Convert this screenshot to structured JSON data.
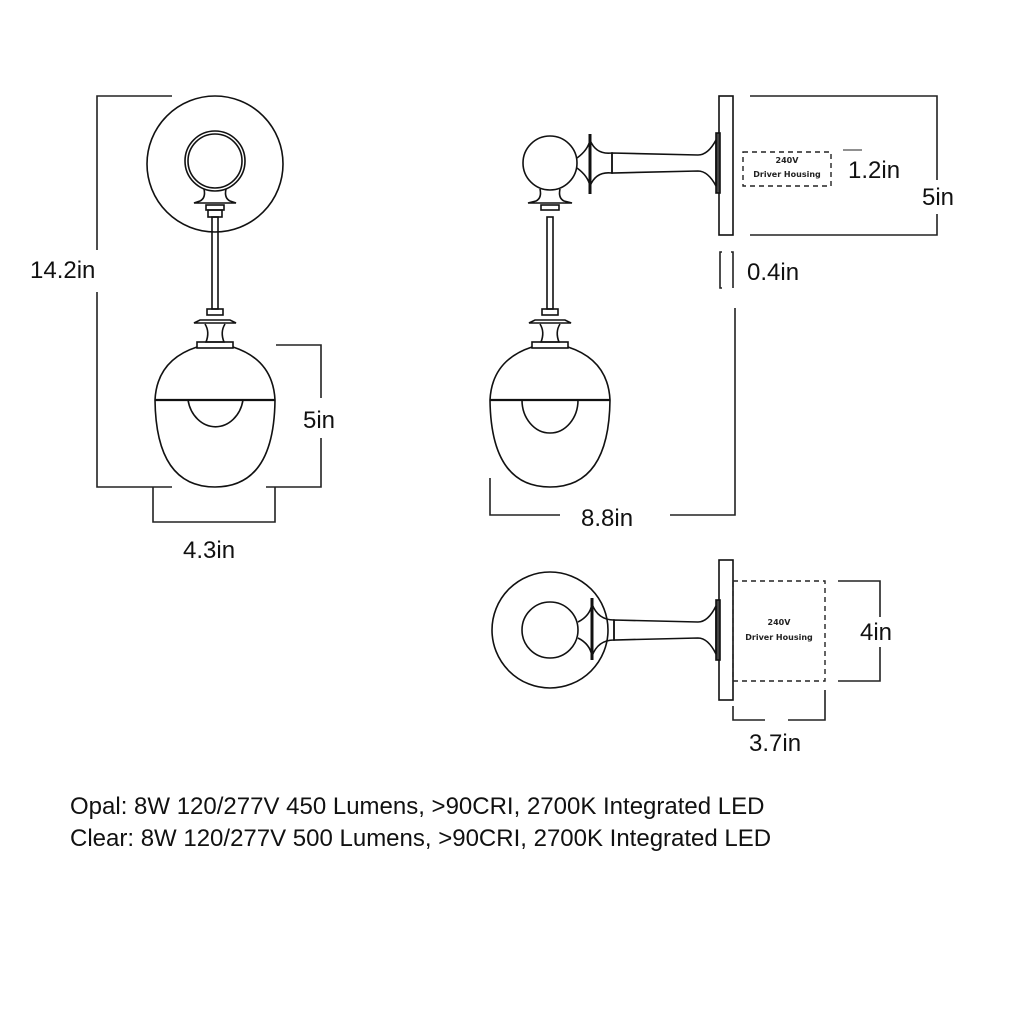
{
  "front_view": {
    "height_label": "14.2in",
    "globe_height_label": "5in",
    "globe_width_label": "4.3in"
  },
  "side_view": {
    "driver_voltage": "240V",
    "driver_label": "Driver Housing",
    "driver_height_label": "1.2in",
    "backplate_height_label": "5in",
    "backplate_depth_label": "0.4in",
    "extension_label": "8.8in"
  },
  "top_view": {
    "driver_voltage": "240V",
    "driver_label": "Driver Housing",
    "driver_width_label": "4in",
    "driver_depth_label": "3.7in"
  },
  "specs": [
    "Opal: 8W 120/277V 450 Lumens, >90CRI, 2700K Integrated LED",
    "Clear: 8W 120/277V 500 Lumens, >90CRI, 2700K Integrated LED"
  ]
}
